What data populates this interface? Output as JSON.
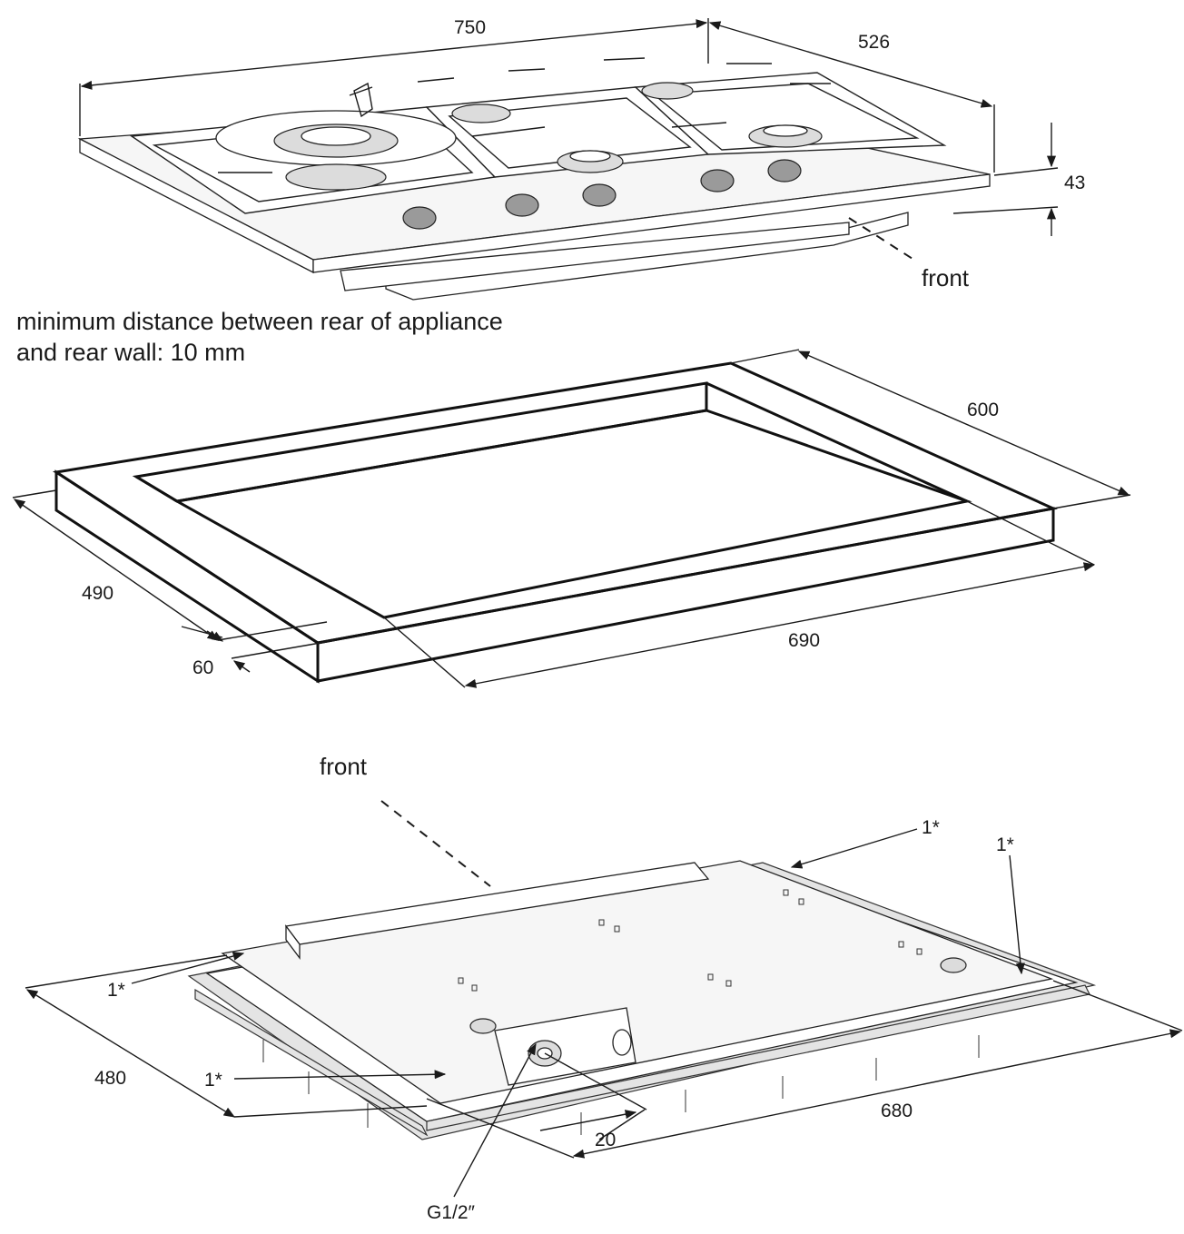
{
  "top_view": {
    "width_dim": "750",
    "depth_dim": "526",
    "height_dim": "43",
    "front_label": "front"
  },
  "note": {
    "line1": "minimum distance between rear of appliance",
    "line2": "and rear wall: 10 mm"
  },
  "cutout": {
    "dim_600": "600",
    "dim_490": "490",
    "dim_690": "690",
    "dim_60": "60"
  },
  "bottom_view": {
    "front_label": "front",
    "marker": "1*",
    "dim_480": "480",
    "dim_680": "680",
    "dim_20": "20",
    "gas_connection": "G1/2″"
  }
}
